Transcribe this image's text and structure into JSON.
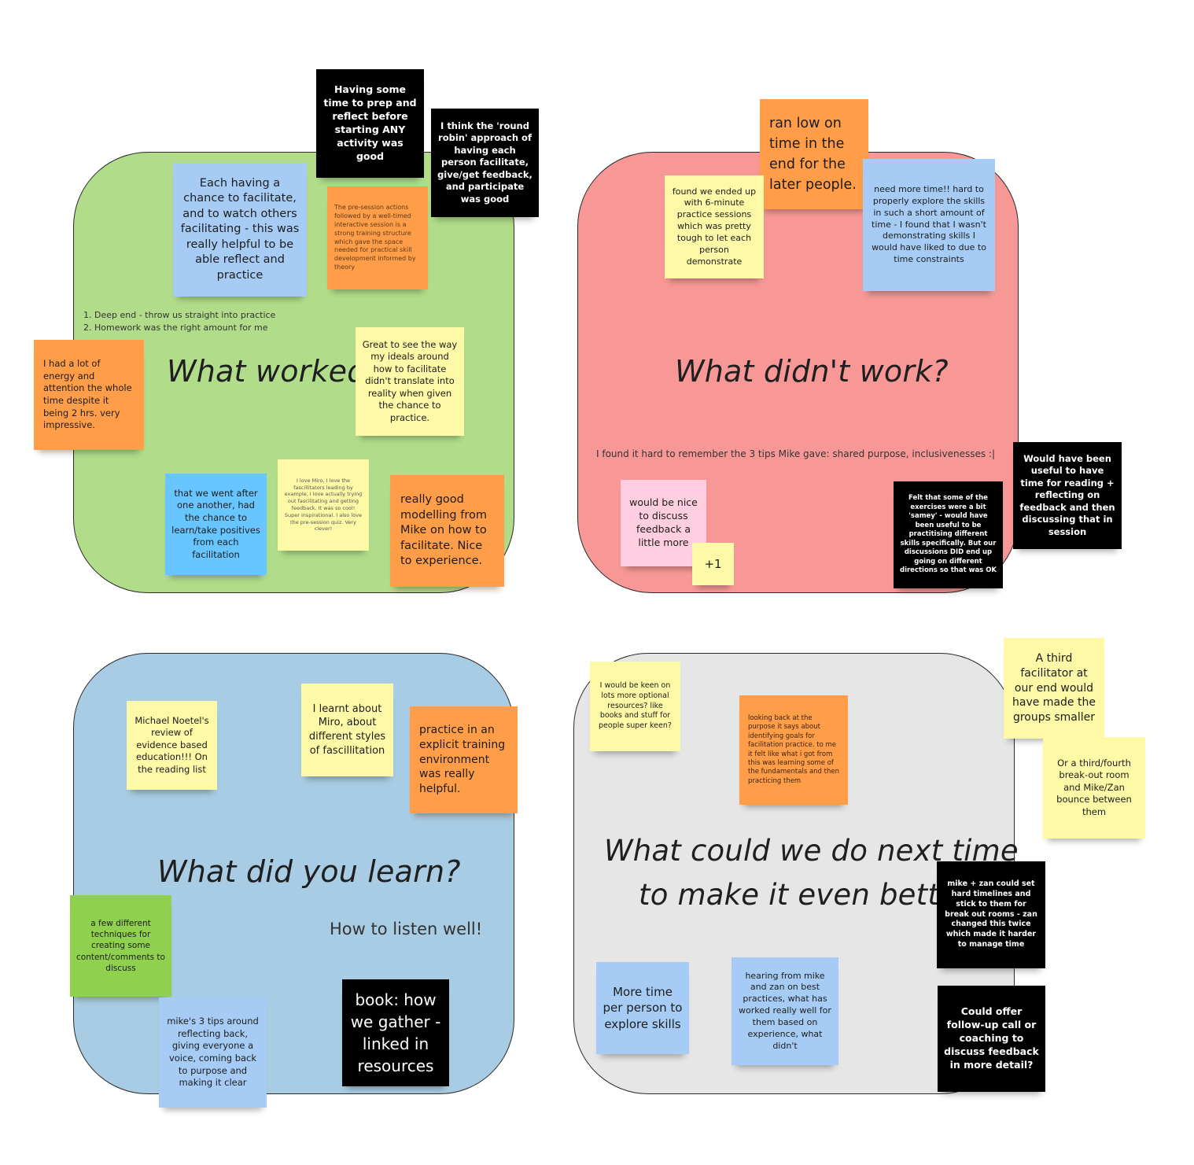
{
  "sections": {
    "worked": {
      "title": "What worked",
      "list": [
        "1. Deep end - throw us straight into practice",
        "2. Homework was the right amount for me"
      ]
    },
    "didnt": {
      "title": "What didn't work?",
      "comment": "I found it hard to remember the 3 tips Mike gave: shared purpose, inclusivenesses :|"
    },
    "learn": {
      "title": "What did you learn?",
      "comment": "How to listen well!"
    },
    "next": {
      "title_line1": "What could we do next time",
      "title_line2": "to make it even better"
    }
  },
  "notes": [
    {
      "id": "n1",
      "color": "#000000",
      "text": "Having some time to prep and reflect before starting ANY activity was good"
    },
    {
      "id": "n2",
      "color": "#000000",
      "text": "I think the 'round robin' approach of having each person facilitate, give/get feedback, and participate was good"
    },
    {
      "id": "n3",
      "color": "#a6ccf5",
      "text": "Each having a chance to facilitate, and to watch others facilitating - this was really helpful to be able reflect and practice"
    },
    {
      "id": "n4",
      "color": "#ff9d48",
      "text": "The pre-session actions followed by a well-timed interactive session is a strong training structure which gave the space needed for practical skill development informed by theory"
    },
    {
      "id": "n5",
      "color": "#ff9d48",
      "text": "I had a lot of energy and attention the whole time despite it being 2 hrs. very impressive."
    },
    {
      "id": "n6",
      "color": "#fef9a6",
      "text": "Great to see the way my ideals around how to facilitate didn't translate into reality when given the chance to practice."
    },
    {
      "id": "n7",
      "color": "#67c6ff",
      "text": "that we went after one another, had the chance to learn/take positives from each facilitation"
    },
    {
      "id": "n8",
      "color": "#fef9a6",
      "text": "I love Miro, I love the fascillitators leading by example, I love actually trying out fascilitating and getting feedback. It was so cool! Super inspirational. I also love the pre-session quiz. Very clever!"
    },
    {
      "id": "n9",
      "color": "#ff9d48",
      "text": "really good modelling from Mike on how to facilitate. Nice to experience."
    },
    {
      "id": "n10",
      "color": "#ff9d48",
      "text": "ran low on time in the end for the later people."
    },
    {
      "id": "n11",
      "color": "#fef9a6",
      "text": "found we ended up with 6-minute practice sessions which was pretty tough to let each person demonstrate"
    },
    {
      "id": "n12",
      "color": "#a6ccf5",
      "text": "need more time!! hard to properly explore the skills in such a short amount of time - I found that I wasn't demonstrating skills I would have liked to due to time constraints"
    },
    {
      "id": "n13",
      "color": "#000000",
      "text": "Would have been useful to have time for reading + reflecting on feedback and then discussing that in session"
    },
    {
      "id": "n14",
      "color": "#ffcee0",
      "text": "would be nice to discuss feedback a little more"
    },
    {
      "id": "n15",
      "color": "#fef9a6",
      "text": "+1"
    },
    {
      "id": "n16",
      "color": "#000000",
      "text": "Felt that some of the exercises were a bit 'samey' - would have been useful to be practitising different skills specifically. But our discussions DID end up going on different directions so that was OK"
    },
    {
      "id": "n17",
      "color": "#fef9a6",
      "text": "Michael Noetel's review of evidence based education!!! On the reading list"
    },
    {
      "id": "n18",
      "color": "#fef9a6",
      "text": "I learnt about Miro, about different styles of fascillitation"
    },
    {
      "id": "n19",
      "color": "#ff9d48",
      "text": "practice in an explicit training environment was really helpful."
    },
    {
      "id": "n20",
      "color": "#8fd14f",
      "text": "a few different techniques for creating some content/comments to discuss"
    },
    {
      "id": "n21",
      "color": "#a6ccf5",
      "text": "mike's 3 tips around reflecting back, giving everyone a voice, coming back to purpose and making it clear"
    },
    {
      "id": "n22",
      "color": "#000000",
      "text": "book: how we gather - linked in resources"
    },
    {
      "id": "n23",
      "color": "#fef9a6",
      "text": "I would be keen on lots more optional resources? like books and stuff for people super keen?"
    },
    {
      "id": "n24",
      "color": "#ff9d48",
      "text": "looking back at the purpose it says about identifying goals for facilitation practice. to me it felt like what i got from this was learning some of the fundamentals and then practicing them"
    },
    {
      "id": "n25",
      "color": "#fef9a6",
      "text": "A third facilitator at our end would have made the groups smaller"
    },
    {
      "id": "n26",
      "color": "#fef9a6",
      "text": "Or a third/fourth break-out room and Mike/Zan bounce between them"
    },
    {
      "id": "n27",
      "color": "#000000",
      "text": "mike + zan could set hard timelines and stick to them for break out rooms - zan changed this twice which made it harder to manage time"
    },
    {
      "id": "n28",
      "color": "#a6ccf5",
      "text": "More time per person to explore skills"
    },
    {
      "id": "n29",
      "color": "#a6ccf5",
      "text": "hearing from mike and zan on best practices, what has worked really well for them based on experience, what didn't"
    },
    {
      "id": "n30",
      "color": "#000000",
      "text": "Could offer follow-up call or coaching to discuss feedback in more detail?"
    }
  ]
}
